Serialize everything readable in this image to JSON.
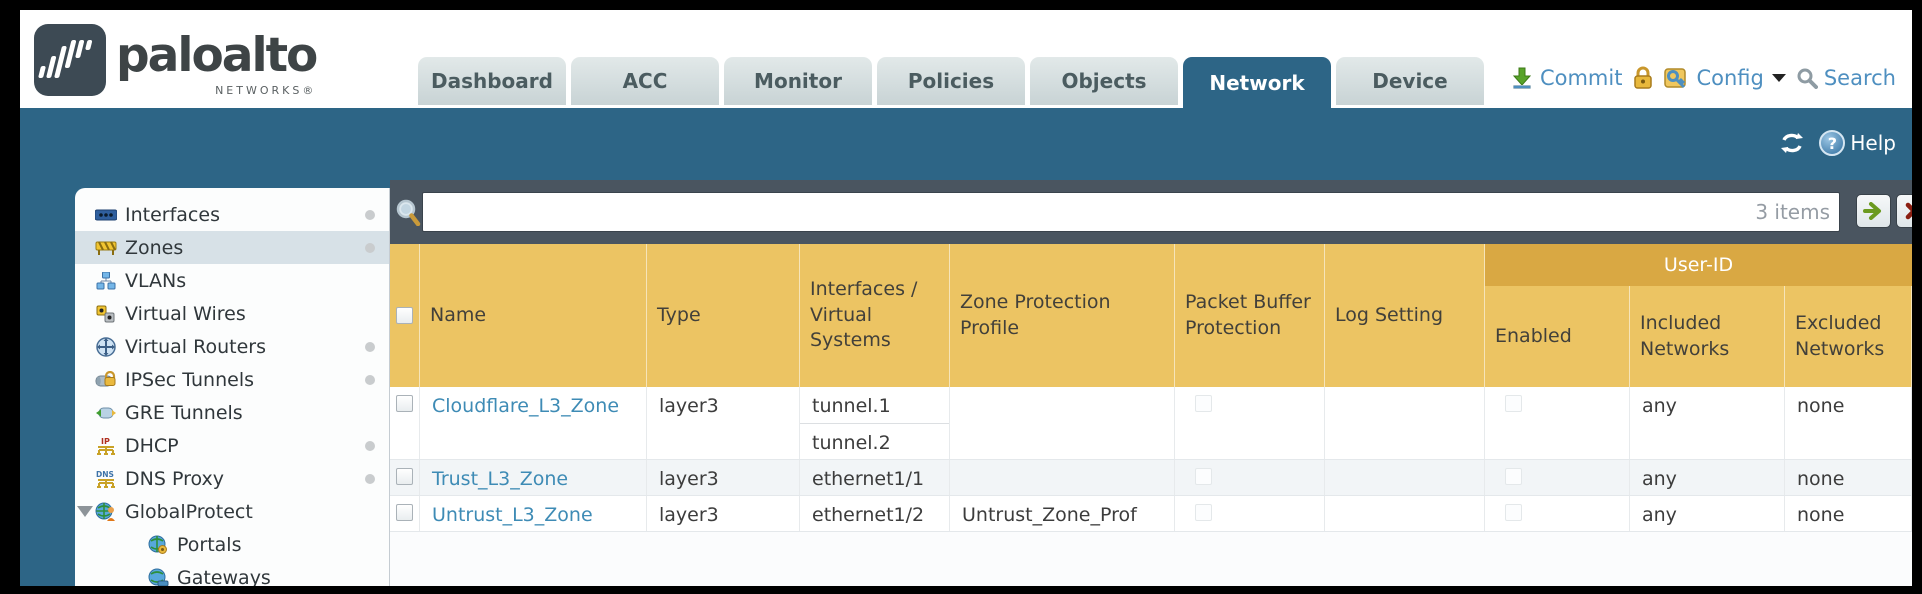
{
  "brand": {
    "name": "paloalto",
    "sub": "NETWORKS®"
  },
  "tabs": [
    {
      "label": "Dashboard",
      "active": false
    },
    {
      "label": "ACC",
      "active": false
    },
    {
      "label": "Monitor",
      "active": false
    },
    {
      "label": "Policies",
      "active": false
    },
    {
      "label": "Objects",
      "active": false
    },
    {
      "label": "Network",
      "active": true
    },
    {
      "label": "Device",
      "active": false
    }
  ],
  "header_actions": {
    "commit": "Commit",
    "config": "Config",
    "search": "Search",
    "help": "Help"
  },
  "sidebar": {
    "items": [
      {
        "label": "Interfaces",
        "icon": "interfaces",
        "selected": false,
        "dot": true,
        "child": false,
        "expander": false
      },
      {
        "label": "Zones",
        "icon": "zones",
        "selected": true,
        "dot": true,
        "child": false,
        "expander": false
      },
      {
        "label": "VLANs",
        "icon": "vlans",
        "selected": false,
        "dot": false,
        "child": false,
        "expander": false
      },
      {
        "label": "Virtual Wires",
        "icon": "vwires",
        "selected": false,
        "dot": false,
        "child": false,
        "expander": false
      },
      {
        "label": "Virtual Routers",
        "icon": "vrouters",
        "selected": false,
        "dot": true,
        "child": false,
        "expander": false
      },
      {
        "label": "IPSec Tunnels",
        "icon": "ipsec",
        "selected": false,
        "dot": true,
        "child": false,
        "expander": false
      },
      {
        "label": "GRE Tunnels",
        "icon": "gre",
        "selected": false,
        "dot": false,
        "child": false,
        "expander": false
      },
      {
        "label": "DHCP",
        "icon": "dhcp",
        "selected": false,
        "dot": true,
        "child": false,
        "expander": false
      },
      {
        "label": "DNS Proxy",
        "icon": "dns",
        "selected": false,
        "dot": true,
        "child": false,
        "expander": false
      },
      {
        "label": "GlobalProtect",
        "icon": "globalprotect",
        "selected": false,
        "dot": false,
        "child": false,
        "expander": true
      },
      {
        "label": "Portals",
        "icon": "portals",
        "selected": false,
        "dot": false,
        "child": true,
        "expander": false
      },
      {
        "label": "Gateways",
        "icon": "gateways",
        "selected": false,
        "dot": false,
        "child": true,
        "expander": false
      }
    ]
  },
  "toolbar": {
    "items_count": "3 items"
  },
  "table": {
    "group_header": "User-ID",
    "columns": [
      "Name",
      "Type",
      "Interfaces / Virtual Systems",
      "Zone Protection Profile",
      "Packet Buffer Protection",
      "Log Setting",
      "Enabled",
      "Included Networks",
      "Excluded Networks"
    ],
    "rows": [
      {
        "name": "Cloudflare_L3_Zone",
        "type": "layer3",
        "interfaces": [
          "tunnel.1",
          "tunnel.2"
        ],
        "zone_protection_profile": "",
        "log_setting": "",
        "included_networks": "any",
        "excluded_networks": "none"
      },
      {
        "name": "Trust_L3_Zone",
        "type": "layer3",
        "interfaces": [
          "ethernet1/1"
        ],
        "zone_protection_profile": "",
        "log_setting": "",
        "included_networks": "any",
        "excluded_networks": "none"
      },
      {
        "name": "Untrust_L3_Zone",
        "type": "layer3",
        "interfaces": [
          "ethernet1/2"
        ],
        "zone_protection_profile": "Untrust_Zone_Prof",
        "log_setting": "",
        "included_networks": "any",
        "excluded_networks": "none"
      }
    ]
  },
  "colors": {
    "teal": "#2d6586",
    "slate": "#4a5560",
    "gold": "#ecc463",
    "gold_dark": "#d9a843",
    "link_blue": "#3e8bb5",
    "action_blue": "#4e8fc0",
    "selected_row": "#d7e1e7"
  }
}
